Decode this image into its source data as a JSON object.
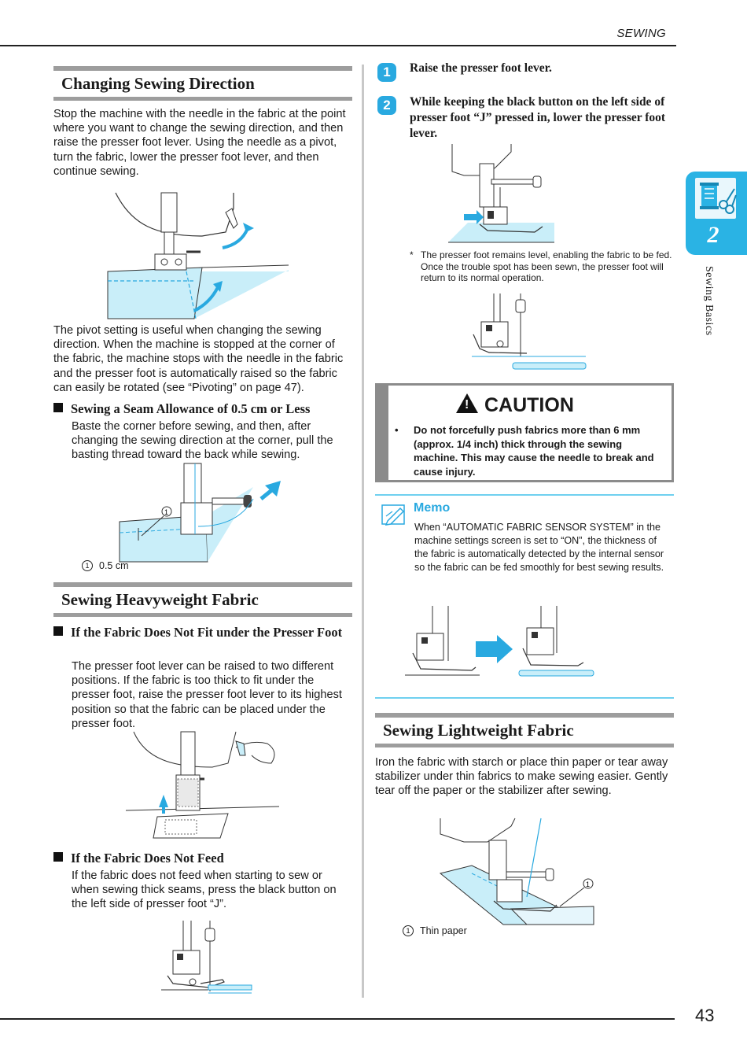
{
  "header": {
    "section_label": "SEWING"
  },
  "page_number": "43",
  "side_tab": {
    "chapter_number": "2",
    "chapter_label": "Sewing Basics"
  },
  "left": {
    "changing_direction": {
      "title": "Changing Sewing Direction",
      "intro": "Stop the machine with the needle in the fabric at the point where you want to change the sewing direction, and then raise the presser foot lever. Using the needle as a pivot, turn the fabric, lower the presser foot lever, and then continue sewing.",
      "pivot_note": "The pivot setting is useful when changing the sewing direction. When the machine is stopped at the corner of the fabric, the machine stops with the needle in the fabric and the presser foot is automatically raised so the fabric can easily be rotated (see “Pivoting” on page 47)."
    },
    "seam_allowance": {
      "title": "Sewing a Seam Allowance of 0.5 cm or Less",
      "text": "Baste the corner before sewing, and then, after changing the sewing direction at the corner, pull the basting thread toward the back while sewing.",
      "callout_number": "1",
      "callout_label": "0.5 cm"
    },
    "heavyweight": {
      "title": "Sewing Heavyweight Fabric",
      "not_fit_title": "If the Fabric Does Not Fit under the Presser Foot",
      "not_fit_text": "The presser foot lever can be raised to two different positions. If the fabric is too thick to fit under the presser foot, raise the presser foot lever to its highest position so that the fabric can be placed under the presser foot.",
      "not_feed_title": "If the Fabric Does Not Feed",
      "not_feed_text": "If the fabric does not feed when starting to sew or when sewing thick seams, press the black button on the left side of presser foot “J”."
    }
  },
  "right": {
    "steps": [
      {
        "num": "1",
        "text": "Raise the presser foot lever."
      },
      {
        "num": "2",
        "text": "While keeping the black button on the left side of presser foot “J” pressed in, lower the presser foot lever."
      }
    ],
    "footnote_mark": "*",
    "footnote": "The presser foot remains level, enabling the fabric to be fed. Once the trouble spot has been sewn, the presser foot will return to its normal operation.",
    "caution": {
      "title": "CAUTION",
      "bullet": "•",
      "text": "Do not forcefully push fabrics more than 6 mm (approx. 1/4 inch) thick through the sewing machine. This may cause the needle to break and cause injury."
    },
    "memo": {
      "label": "Memo",
      "text": "When “AUTOMATIC FABRIC SENSOR SYSTEM” in the machine settings screen is set to “ON”, the thickness of the fabric is automatically detected by the internal sensor so the fabric can be fed smoothly for best sewing results."
    },
    "lightweight": {
      "title": "Sewing Lightweight Fabric",
      "text": "Iron the fabric with starch or place thin paper or tear away stabilizer under thin fabrics to make sewing easier. Gently tear off the paper or the stabilizer after sewing.",
      "callout_number": "1",
      "callout_label": "Thin paper"
    }
  },
  "colors": {
    "accent": "#29a9e0",
    "fabric": "#c9eef9",
    "rule_gray": "#9d9d9d"
  },
  "icons": [
    "warning-triangle-icon",
    "memo-pencil-icon",
    "thread-scissors-icon",
    "blue-arrow-icon"
  ]
}
